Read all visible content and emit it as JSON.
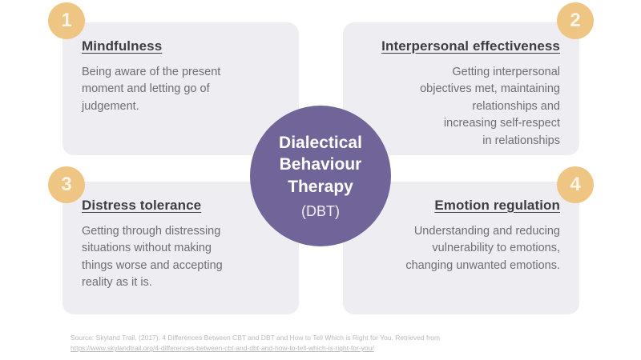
{
  "center": {
    "title": "Dialectical\nBehaviour\nTherapy",
    "abbreviation": "(DBT)",
    "color": "#706499"
  },
  "badge_color": "#eec583",
  "card_color": "#eeeef2",
  "quadrants": [
    {
      "number": "1",
      "heading": "Mindfulness",
      "body": "Being aware of the present\nmoment and letting go of\njudgement.",
      "align": "left"
    },
    {
      "number": "2",
      "heading": "Interpersonal effectiveness",
      "body": "Getting interpersonal\nobjectives met, maintaining\nrelationships and\nincreasing self-respect\nin relationships",
      "align": "right"
    },
    {
      "number": "3",
      "heading": "Distress tolerance",
      "body": "Getting through distressing\nsituations without making\nthings worse and accepting\nreality as it is.",
      "align": "left"
    },
    {
      "number": "4",
      "heading": "Emotion regulation",
      "body": "Understanding and reducing\nvulnerability to emotions,\nchanging unwanted emotions.",
      "align": "right"
    }
  ],
  "source": {
    "citation": "Source: Skyland Trail. (2017). 4 Differences Between CBT and DBT and How to Tell Which is Right for You. Retrieved from",
    "url": "https://www.skylandtrail.org/4-differences-between-cbt-and-dbt-and-how-to-tell-which-is-right-for-you/"
  }
}
